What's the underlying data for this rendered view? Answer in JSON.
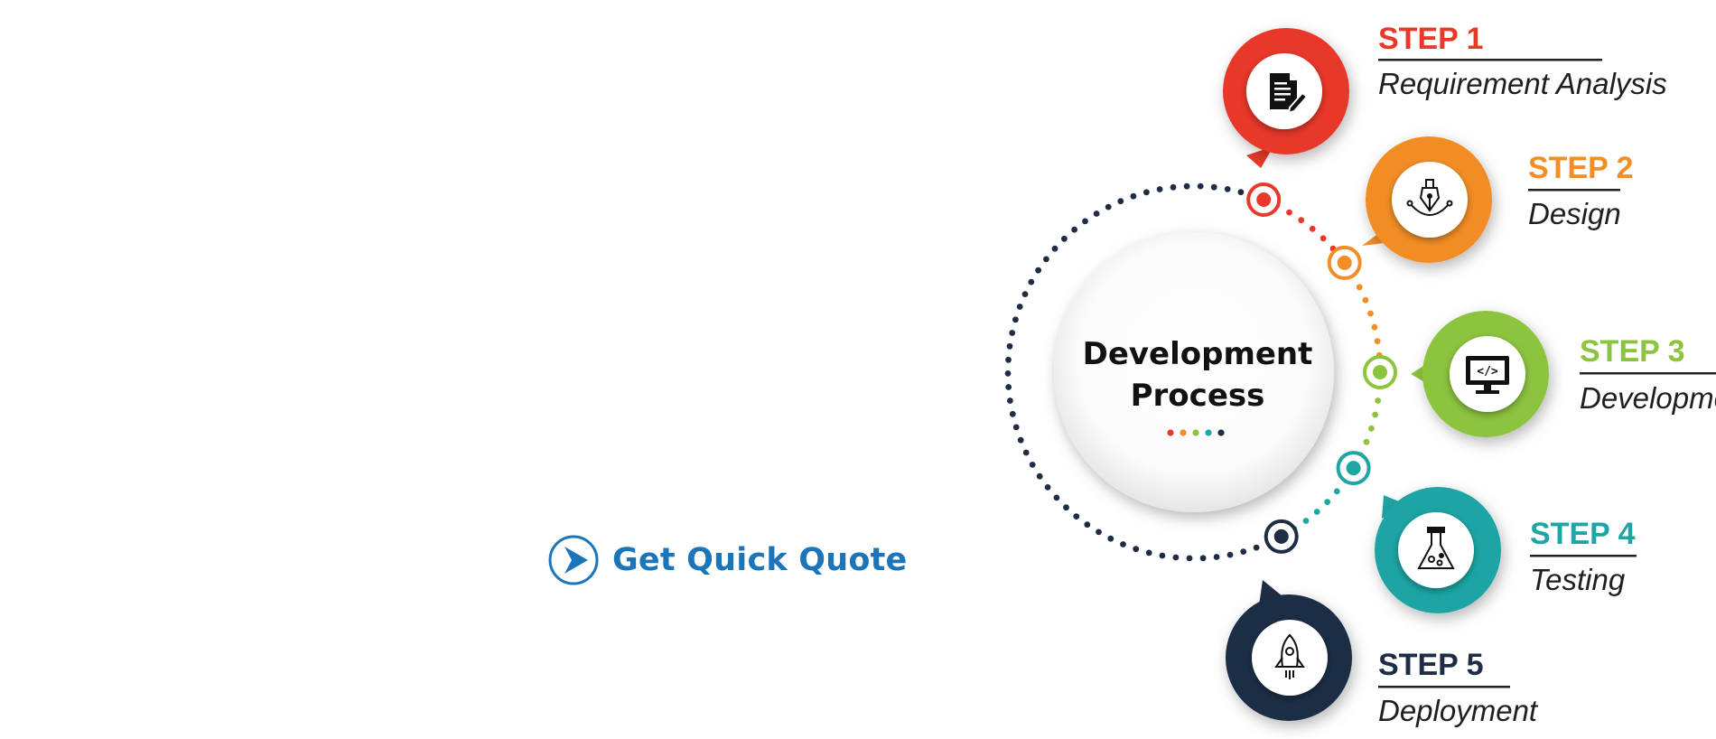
{
  "cta": {
    "label": "Get Quick Quote",
    "icon": "play-arrow-circle-icon",
    "color": "#1b75bb"
  },
  "center": {
    "line1": "Development",
    "line2": "Process"
  },
  "dot_colors": [
    "#e8392a",
    "#f28d28",
    "#8cc43f",
    "#1fa5a4",
    "#1f2d44"
  ],
  "steps": [
    {
      "title": "STEP 1",
      "subtitle": "Requirement Analysis",
      "icon": "document-edit-icon",
      "color": "#e8392a"
    },
    {
      "title": "STEP 2",
      "subtitle": "Design",
      "icon": "pen-nib-icon",
      "color": "#f28d28"
    },
    {
      "title": "STEP 3",
      "subtitle": "Development",
      "icon": "code-monitor-icon",
      "color": "#8cc43f"
    },
    {
      "title": "STEP 4",
      "subtitle": "Testing",
      "icon": "flask-icon",
      "color": "#1fa5a4"
    },
    {
      "title": "STEP 5",
      "subtitle": "Deployment",
      "icon": "rocket-icon",
      "color": "#1f2d44"
    }
  ]
}
